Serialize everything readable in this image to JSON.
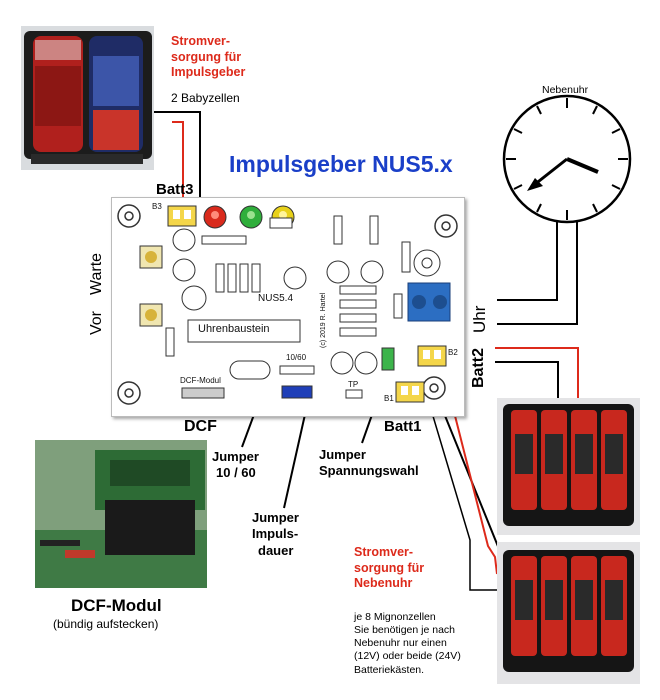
{
  "title": "Impulsgeber NUS5.x",
  "power_impulse": {
    "line1": "Stromver-",
    "line2": "sorgung für",
    "line3": "Impulsgeber"
  },
  "babyzellen": "2 Babyzellen",
  "batt3": "Batt3",
  "nebenuhr": "Nebenuhr",
  "board": {
    "name": "NUS5.4",
    "module": "Uhrenbaustein",
    "vor": "Vor",
    "warte": "Warte",
    "uhr": "Uhr",
    "dcf": "DCF",
    "batt1": "Batt1",
    "batt2": "Batt2",
    "jumper_1060": "10/60",
    "dcf_modul_silk": "DCF-Modul",
    "tp": "TP",
    "copyright": "(c) 2019 R. Hartel",
    "b3": "B3",
    "b2": "B2",
    "b1": "B1"
  },
  "jumper_1060": {
    "line1": "Jumper",
    "line2": "10 / 60"
  },
  "jumper_spannung": {
    "line1": "Jumper",
    "line2": "Spannungswahl"
  },
  "jumper_impuls": {
    "line1": "Jumper",
    "line2": "Impuls-",
    "line3": "dauer"
  },
  "dcf_module": {
    "title": "DCF-Modul",
    "sub": "(bündig aufstecken)"
  },
  "power_nebenuhr": {
    "line1": "Stromver-",
    "line2": "sorgung für",
    "line3": "Nebenuhr"
  },
  "note": {
    "line1": "je 8 Mignonzellen",
    "line2": "Sie benötigen je nach",
    "line3": "Nebenuhr  nur einen",
    "line4": "(12V) oder beide (24V)",
    "line5": "Batteriekästen."
  },
  "colors": {
    "red": "#dd2a1b",
    "blue": "#1a3fc8",
    "pcb_green": "#2d6b35"
  }
}
